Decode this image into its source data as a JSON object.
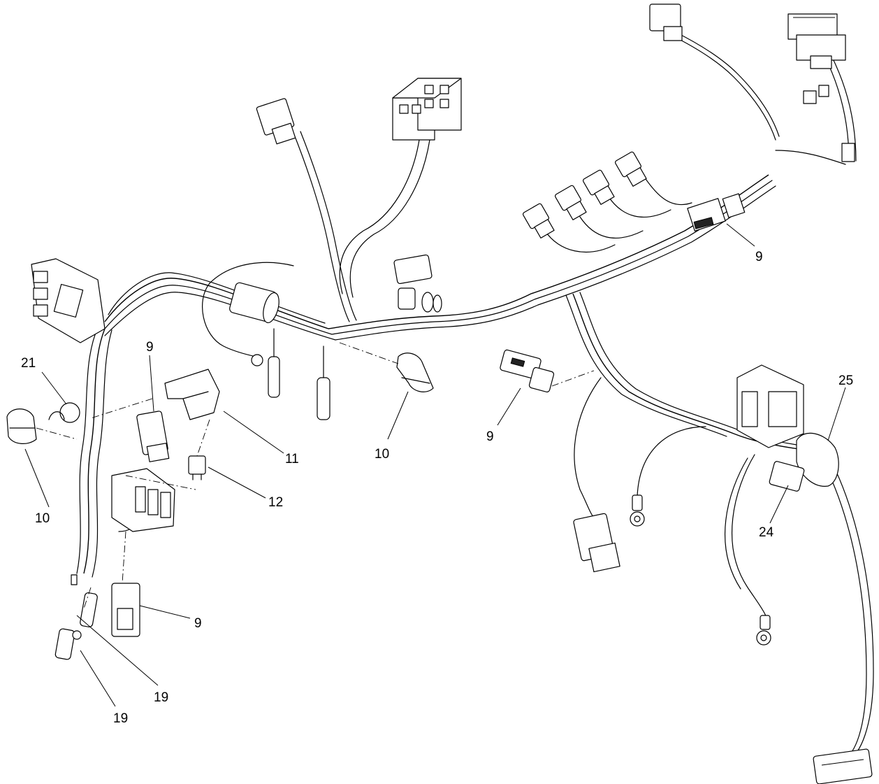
{
  "callouts": [
    {
      "id": "c21",
      "label": "21"
    },
    {
      "id": "c9a",
      "label": "9"
    },
    {
      "id": "c10a",
      "label": "10"
    },
    {
      "id": "c11",
      "label": "11"
    },
    {
      "id": "c12",
      "label": "12"
    },
    {
      "id": "c10b",
      "label": "10"
    },
    {
      "id": "c9b",
      "label": "9"
    },
    {
      "id": "c9c",
      "label": "9"
    },
    {
      "id": "c9d",
      "label": "9"
    },
    {
      "id": "c25",
      "label": "25"
    },
    {
      "id": "c24",
      "label": "24"
    },
    {
      "id": "c19a",
      "label": "19"
    },
    {
      "id": "c19b",
      "label": "19"
    }
  ]
}
